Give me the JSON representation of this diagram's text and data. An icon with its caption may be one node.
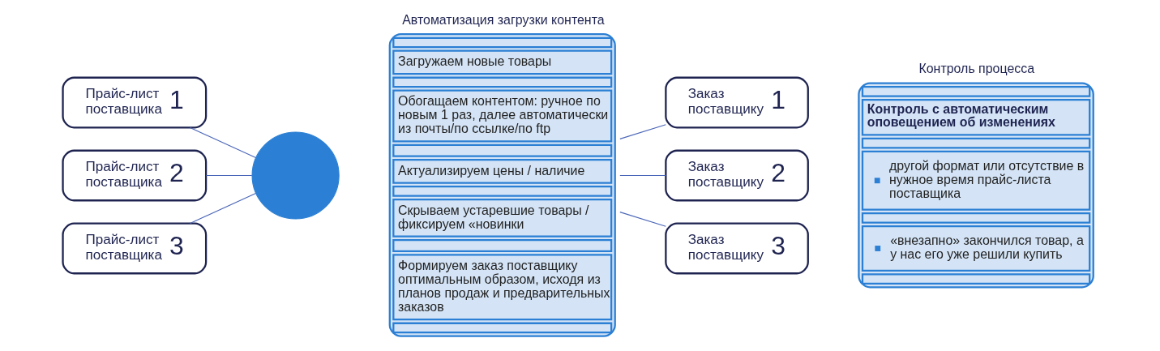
{
  "diagram": {
    "nodes": [
      {
        "text": [
          "Прайс-лист поставщика",
          "1"
        ]
      },
      {
        "text": [
          "Прайс-лист поставщика",
          "2"
        ]
      },
      {
        "text": [
          "Прайс-лист поставщика",
          "3"
        ]
      },
      {
        "text": [],
        "shape": "circle"
      },
      {
        "text": [
          "Автоматизация загрузки контента",
          "Загружаем новые товары",
          "Обогащаем контентом: ручное по новым 1 раз, далее автоматически из почты/по ссылке/по ftp",
          "Актуализируем цены / наличие",
          "Скрываем устаревшие товары / фиксируем «новинки",
          "Формируем заказ поставщику оптимальным образом, исходя из планов продаж и предварительных заказов"
        ]
      },
      {
        "text": [
          "Заказ поставщику",
          "1"
        ]
      },
      {
        "text": [
          "Заказ поставщику",
          "2"
        ]
      },
      {
        "text": [
          "Заказ поставщику",
          "3"
        ]
      },
      {
        "text": [
          "Контроль процесса",
          "Контроль с автоматическим оповещением об изменениях",
          "другой формат или отсутствие в нужное время прайс-листа поставщика",
          "«внезапно» закончился товар, а у нас его уже решили купить"
        ]
      }
    ],
    "edges": [
      {
        "from": 0,
        "to": 3,
        "arrow": "none"
      },
      {
        "from": 1,
        "to": 3,
        "arrow": "none"
      },
      {
        "from": 2,
        "to": 3,
        "arrow": "none"
      },
      {
        "from": 4,
        "to": 5,
        "arrow": "none"
      },
      {
        "from": 4,
        "to": 6,
        "arrow": "none"
      },
      {
        "from": 4,
        "to": 7,
        "arrow": "none"
      }
    ]
  }
}
